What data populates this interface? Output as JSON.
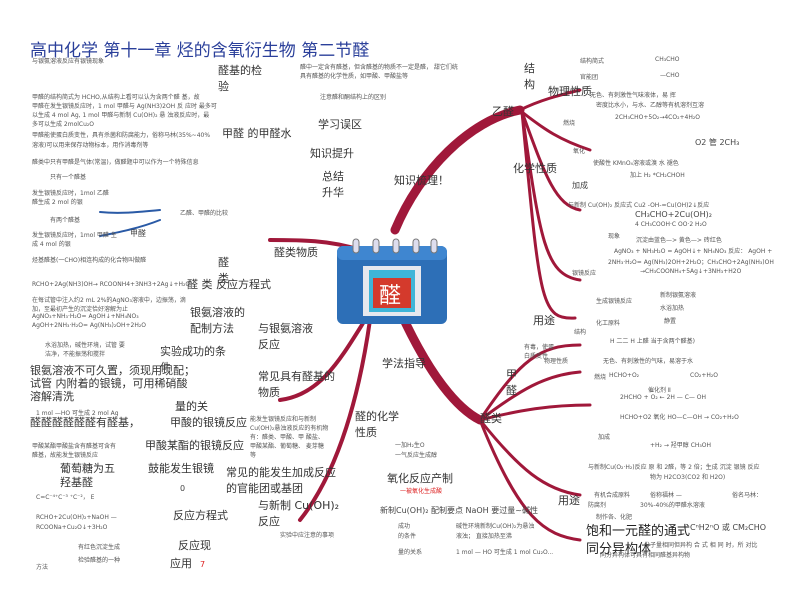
{
  "title": "高中化学 第十一章 烃的含氧衍生物 第二节醛",
  "left": {
    "intro": "与银氨溶液反应有银镜现象",
    "aldehyde_test": "醛基的检验",
    "p1": "甲醛的结构简式为 HCHO,从结构上看可以认为含两个醛 基，故",
    "p2": "甲醛在发生银镜反应时，1 mol 甲醛与 Ag(NH3)2OH 反 应时 最多可",
    "p3": "以生成 4 mol Ag, 1 mol 甲醛与新制 Cu(OH)₂ 悬 浊液反应时，最",
    "p4": "多可以生成 2molCu₂O",
    "p5": "甲醛能使蛋白质变性，具有杀菌和防腐能力，俗称马林(35%~40%",
    "p5b": "甲醛 的甲醛水",
    "p6": "溶液)可以用来保存动物标本，用作消毒剂等",
    "p7": "醛类中只有甲醛是气体(常温)，做醛题中可以作为一个特殊信息",
    "only_one": "只有一个醛基",
    "b1": "发生银镜反应时，1mol 乙醛",
    "b2": "醛生成 2 mol 的银",
    "b3": "乙醛、甲醛的比较",
    "two": "有两个醛基",
    "b4": "发生银镜反应时，1mol 甲醛 生",
    "b5": "成 4 mol 的银",
    "jia": "甲醛",
    "p8": "烃基醛基(一CHO)相连构成的化合物叫做醛",
    "xing": "醛类",
    "fanying": "醛 类 反应方程式",
    "eq1": "RCHO+2Ag(NH3)OH→ RCOONH4+3NH3+2Ag↓+H₂O",
    "eq2": "在每试管中注入约2 mL 2%的AgNO₃溶液中，边振荡，滴",
    "eq3": "加，至最初产生的沉淀恰好溶解为止",
    "eq4": "AgNO₃+NH₃·H₂O= AgOH↓+NH₄NO₃",
    "eq5": "AgOH+2NH₃·H₂O= Ag(NH₃)₂OH+2H₂O",
    "pei": "银氨溶液的 配制方法",
    "cond1": "水浴加热，碱性环境，试管 要",
    "cond2": "洁净，不能振荡和搅拌",
    "cond3": "实验成功的条件",
    "warn1": "银氨溶液不可久置，须现用现配；",
    "warn2": "试管 内附着的银镜，可用稀硝酸",
    "warn3": "溶解清洗",
    "rel_a": "1 mol —HO 可生成 2 mol Ag",
    "rel_b": "量的关",
    "rel_c": "醛醛醛醛醛醛有醛基，",
    "rel_d": "甲酸的银镜反应",
    "p9": "甲酸某酯甲酸盐含有醛基可含有",
    "p9b": "醛基，故能发生银镜反应",
    "p10": "甲酸某酯的银镜反应",
    "p11": "葡萄糖为五",
    "p12": "羟基醛",
    "p13": "鼓能发生银镜",
    "p14": "C=C⁻⁴⁺C⁻³ ⁺C⁻²，  E",
    "p15": "0",
    "p16": "RCHO+2Cu(OH)₂+NaOH —",
    "p17": "RCOONa+Cu₂O↓+3H₂O",
    "p18": "反应方程式",
    "p19": "有红色沉淀生成",
    "p20": "反应现",
    "p21": "检验醛基的一种",
    "p22": "方法",
    "p23": "应用",
    "p24": "7"
  },
  "middle": {
    "c1": "醛中一定含有醛基，但含醛基的物质不一定是醛， 甜它们统",
    "c2": "具有醛基的化学性质，如甲酸、甲酸盐等",
    "c3": "注意醛和酮结构上的区别",
    "xuexi": "学习误区",
    "zhishi": "知识提升",
    "zongjie": "总结升华",
    "shuli": "知识梳理！",
    "leiwu": "醛类物质",
    "yinan": "与银氨溶液反应",
    "changjian": "常见具有醛基的物质",
    "fanfa": "学法指导",
    "cu1": "能发生银镜反应和与新制",
    "cu2": "Cu(OH)₂悬浊液反应的有机物",
    "cu3": "有：醛类、甲酸、甲 酸盐、",
    "cu4": "甲酸某酯、葡萄糖、 麦芽糖",
    "cu5": "等",
    "jia_cheng": "常见的能发生加成反应的官能团或基团",
    "xinzhi": "与新制 Cu(OH)₂反应",
    "shiyan": "实验中应注意的事项",
    "q_title": "醛的化学性质",
    "q1": "一加H₂生O",
    "q2": "一气反应生成醇",
    "ox": "氧化反应产制",
    "ox2": "一被氧化生成酸",
    "cuoh": "新制Cu(OH)₂ 配制要点 NaOH 要过量~碱性",
    "s1": "成功",
    "s2": "的条件",
    "s3": "量的关系",
    "s4": "碱性环境新制Cu(OH)₂为悬浊",
    "s5": "液浊；  直接加热至沸",
    "s6": "1 mol — HO 可生成 1 mol Cu₂O..."
  },
  "right": {
    "jiegou": "结构",
    "wuli": "物理性质",
    "yiquan": "乙醛",
    "jg1": "结构简式",
    "jg2": "CH₃CHO",
    "jg3": "官能团",
    "jg4": "—CHO",
    "w1": "无色、有刺激性气味液体，易 挥",
    "w2": "密度比水小，与水、乙醇等有机溶剂互溶",
    "ranshao": "燃烧",
    "eqr": "2CH₃CHO+5O₂→4CO₂+4H₂O",
    "huaxue": "化学性质",
    "yanghua": "氧化",
    "o2": "O2 管 2CH₃ ",
    "hu": "使酸性 KMnO₄溶液或溴 水 褪色",
    "jiacheng": "加成",
    "h2": "加上 H₂ *CH₂CHOH",
    "cuoh": "与新制 Cu(OH)₂ 反应式 Cu2 -OH-=Cu(OH)2↓反应",
    "cu_a": "CH₃CHO+2Cu(OH)₂",
    "cu_b": "4 CH₃COOH·C OO·2 H₂O",
    "xianxiang": "现象",
    "xx1": "沉淀由蓝色—> 黄色—> 砖红色",
    "xx2": "AgNO₃ + NH₃H₂O = AgOH↓+ NH₄NO₃ 反应：  AgOH +",
    "xx3": "2NH₃·H₂O= Ag(NH₃)2OH+2H₂O；CH₃CHO+2Ag(NH₃)OH",
    "xx4": "→CH₃COONH₄+5Ag↓+3NH₃+H2O",
    "yinjing": "银镜反应",
    "yongtu": "用途",
    "sheng": "生成银镜反应",
    "sheng2": "化工原料",
    "xz1": "新制银氨溶液",
    "xz2": "水浴加热",
    "xz3": "静置",
    "jiequan": "甲醛",
    "qy1": "结构",
    "qy2": "H 二二 H   上醛 当于含两个醛基)",
    "qy3": "有毒，使蛋",
    "qy4": "白质变性",
    "qy5": "物理性质",
    "qy6": "无色、有刺激性的气味，易溶于水",
    "qy7": "HCHO+O₂",
    "qy8": "CO₂+H₂O",
    "qy9": "催化剂 Ⅱ",
    "qy10": "2HCHO + O₂ ←  2H — C— OH",
    "ranshao2": "燃烧",
    "qy11": "HCHO+O2 氧化    HO—C—OH  →  CO₂+H₂O",
    "jia2": "加成",
    "qy12": "+H₂ →  羟甲醇 CH₃OH",
    "ertonglei": "醛类",
    "qy13": "与新制Cu(O₂·H₂)反应  原 和 2醛，等 2 倍；生成 沉淀 银镜 反应",
    "qy14": "物为 H2CO3(CO2 和 H2O)",
    "qy15": "有机合成原料",
    "qy16": "俗称福林 —",
    "qy17": "防腐剂",
    "qy18": "30%-40%的甲醛水溶液",
    "qy19": "制作各、化肥",
    "qy20": "俗名马林：",
    "yongtu2": "用途",
    "baohe": "饱和一元醛的通式",
    "tongshi": "CⁿH2ⁿO 或  CM₂CHO",
    "yigou": "同分异构体",
    "yg1": "分子量相同但异构 合 式 相 同 时，所 对比",
    "yg2": "同分异构体可具有相同醛基异构物"
  },
  "center_logo": "醛"
}
